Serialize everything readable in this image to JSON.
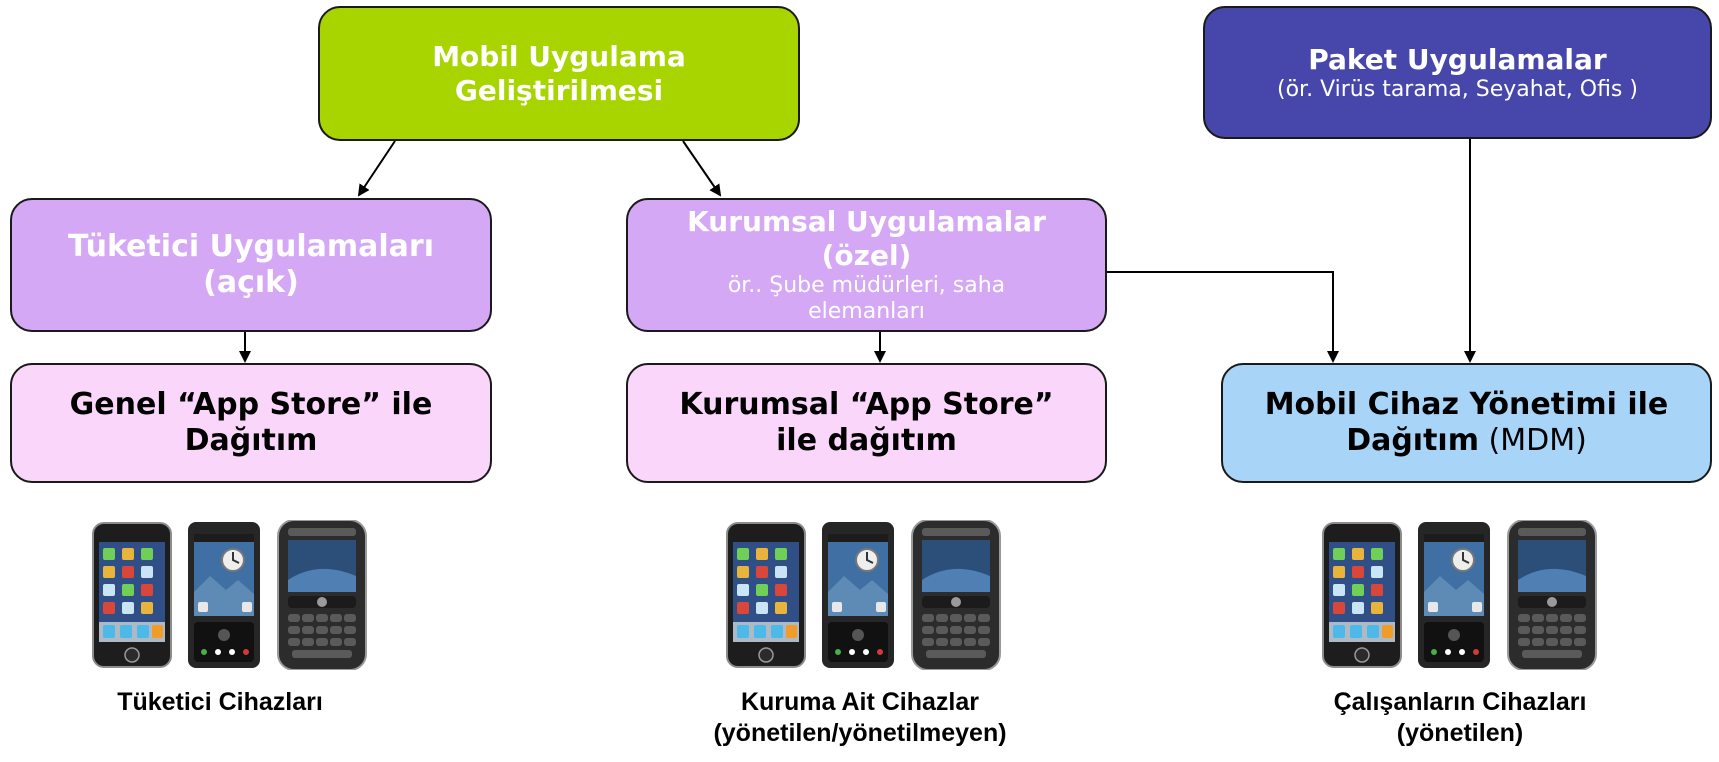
{
  "nodes": {
    "mobile_dev": {
      "title": "Mobil Uygulama\nGeliştirilmesi"
    },
    "packaged": {
      "title": "Paket Uygulamalar",
      "subtitle": "(ör. Virüs tarama, Seyahat, Ofis )"
    },
    "consumer_apps": {
      "title": "Tüketici Uygulamaları\n(açık)"
    },
    "enterprise_apps": {
      "title": "Kurumsal Uygulamalar\n(özel)",
      "subtitle": "ör.. Şube müdürleri, saha\nelemanları"
    },
    "public_store": {
      "title": "Genel “App Store” ile\nDağıtım"
    },
    "enterprise_store": {
      "title": "Kurumsal “App Store”\nile dağıtım"
    },
    "mdm": {
      "title_line1": "Mobil Cihaz Yönetimi ile",
      "title_line2_bold": "Dağıtım",
      "title_line2_normal": " (MDM)"
    }
  },
  "device_groups": [
    {
      "caption": "Tüketici Cihazları"
    },
    {
      "caption": "Kuruma Ait Cihazlar\n(yönetilen/yönetilmeyen)"
    },
    {
      "caption": "Çalışanların Cihazları\n(yönetilen)"
    }
  ],
  "colors": {
    "mobile_dev": "#a8d400",
    "packaged": "#4646ab",
    "apps": "#d5a8f5",
    "store": "#fbd6fb",
    "mdm": "#a8d4f8"
  },
  "icons": [
    "iphone-icon",
    "android-phone-icon",
    "blackberry-icon"
  ]
}
